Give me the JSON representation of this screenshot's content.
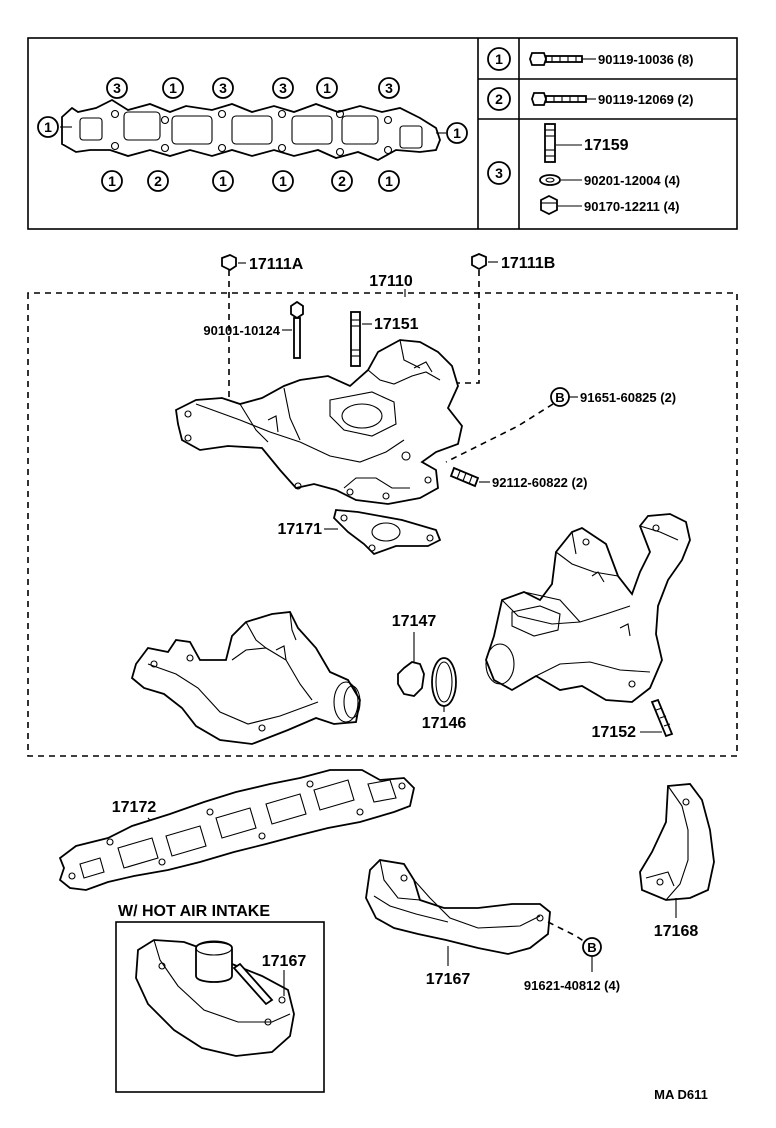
{
  "gasket_diagram": {
    "top_markers": [
      "3",
      "1",
      "3",
      "3",
      "1",
      "3"
    ],
    "bottom_markers": [
      "1",
      "2",
      "1",
      "1",
      "2",
      "1"
    ],
    "left_marker": "1",
    "right_marker": "1"
  },
  "legend": [
    {
      "marker": "1",
      "parts": [
        "90119-10036 (8)"
      ]
    },
    {
      "marker": "2",
      "parts": [
        "90119-12069 (2)"
      ]
    },
    {
      "marker": "3",
      "parts": [
        "17159",
        "90201-12004 (4)",
        "90170-12211 (4)"
      ]
    }
  ],
  "callouts": {
    "p17111A": "17111A",
    "p17111B": "17111B",
    "p17110": "17110",
    "p90101": "90101-10124",
    "p17151": "17151",
    "p91651": "91651-60825 (2)",
    "p91651_marker": "B",
    "p92112": "92112-60822 (2)",
    "p17171": "17171",
    "p17147": "17147",
    "p17146": "17146",
    "p17152": "17152",
    "p17172": "17172",
    "p17168": "17168",
    "p17167": "17167",
    "p17167b": "17167",
    "p91621": "91621-40812 (4)",
    "p91621_marker": "B"
  },
  "inset": {
    "title": "W/ HOT AIR  INTAKE"
  },
  "footer": {
    "code": "MA  D611"
  }
}
